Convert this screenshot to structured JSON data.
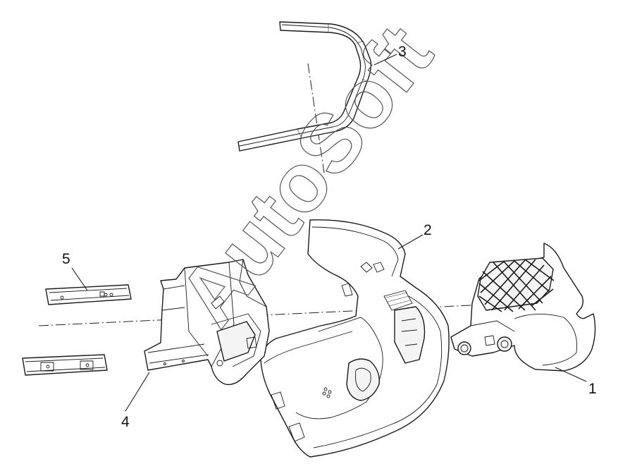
{
  "watermark": "AutoSoft",
  "callouts": [
    {
      "id": "1",
      "label": "1"
    },
    {
      "id": "2",
      "label": "2"
    },
    {
      "id": "3",
      "label": "3"
    },
    {
      "id": "4",
      "label": "4"
    },
    {
      "id": "5",
      "label": "5"
    }
  ],
  "colors": {
    "line": "#1a1a1a",
    "background": "#ffffff"
  }
}
